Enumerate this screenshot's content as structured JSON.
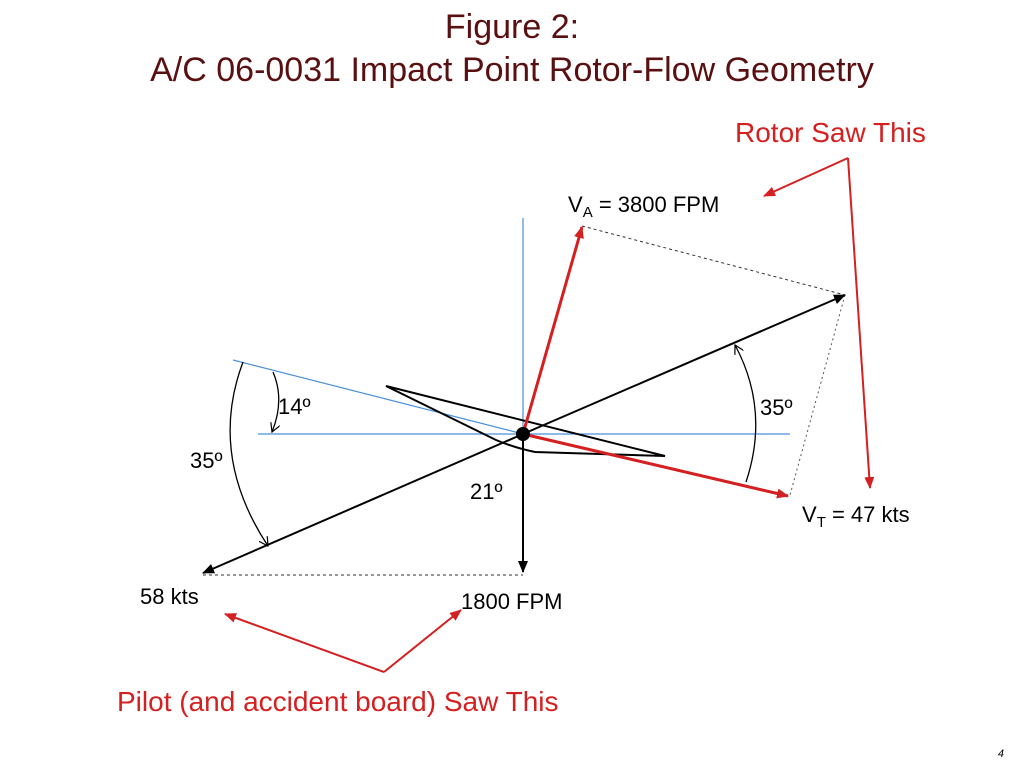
{
  "title": {
    "line1": "Figure 2:",
    "line2": "A/C 06-0031 Impact Point Rotor-Flow Geometry"
  },
  "labels": {
    "va_symbol": "V",
    "va_subscript": "A",
    "va_value": " = 3800 FPM",
    "vt_symbol": "V",
    "vt_subscript": "T",
    "vt_value": " = 47 kts",
    "speed_58": "58 kts",
    "fpm_1800": "1800 FPM",
    "angle_14": "14º",
    "angle_35_left": "35º",
    "angle_35_right": "35º",
    "angle_21": "21º"
  },
  "annotations": {
    "rotor_saw": "Rotor Saw This",
    "pilot_saw": "Pilot (and accident board) Saw This"
  },
  "colors": {
    "title": "#5a1010",
    "annotation": "#d42020",
    "axis": "#4a90d9",
    "vector": "#000000"
  },
  "page_number": "4"
}
